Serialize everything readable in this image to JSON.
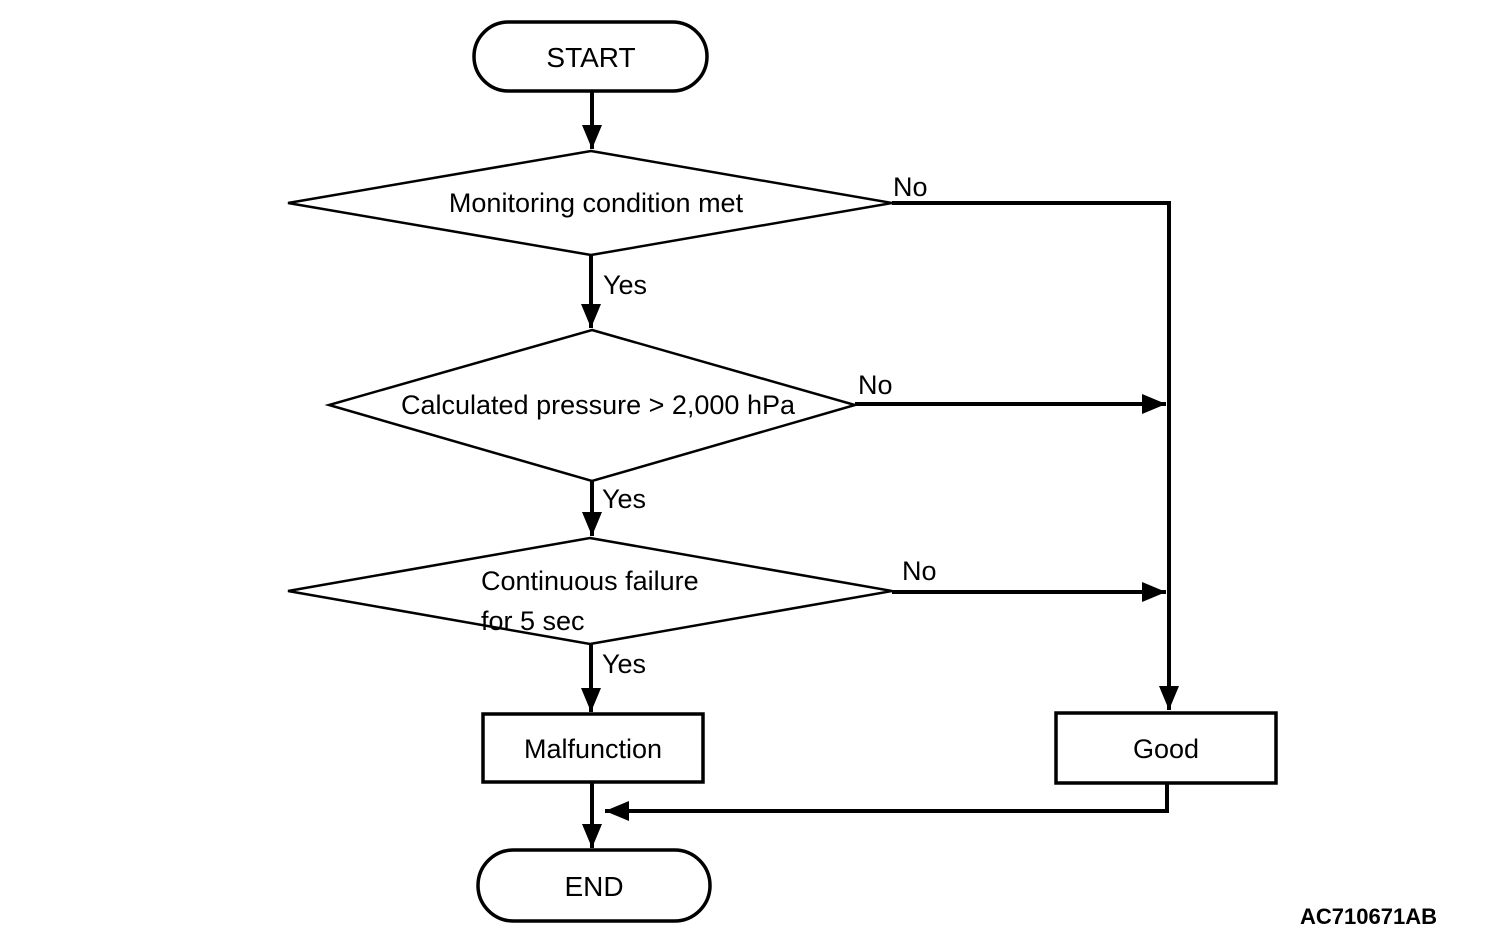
{
  "diagram": {
    "background_color": "#ffffff",
    "line_color": "#000000",
    "figure_id": "AC710671AB",
    "nodes": {
      "start": {
        "type": "terminator",
        "label": "START"
      },
      "decision1": {
        "type": "decision",
        "label": "Monitoring condition met"
      },
      "decision2": {
        "type": "decision",
        "label": "Calculated pressure > 2,000 hPa"
      },
      "decision3": {
        "type": "decision",
        "label": "Continuous failure for 5 sec",
        "lines": [
          "Continuous failure",
          "for 5 sec"
        ]
      },
      "malfunction": {
        "type": "process",
        "label": "Malfunction"
      },
      "good": {
        "type": "process",
        "label": "Good"
      },
      "end": {
        "type": "terminator",
        "label": "END"
      }
    },
    "edges": {
      "decision1_yes": "Yes",
      "decision1_no": "No",
      "decision2_yes": "Yes",
      "decision2_no": "No",
      "decision3_yes": "Yes",
      "decision3_no": "No"
    }
  }
}
